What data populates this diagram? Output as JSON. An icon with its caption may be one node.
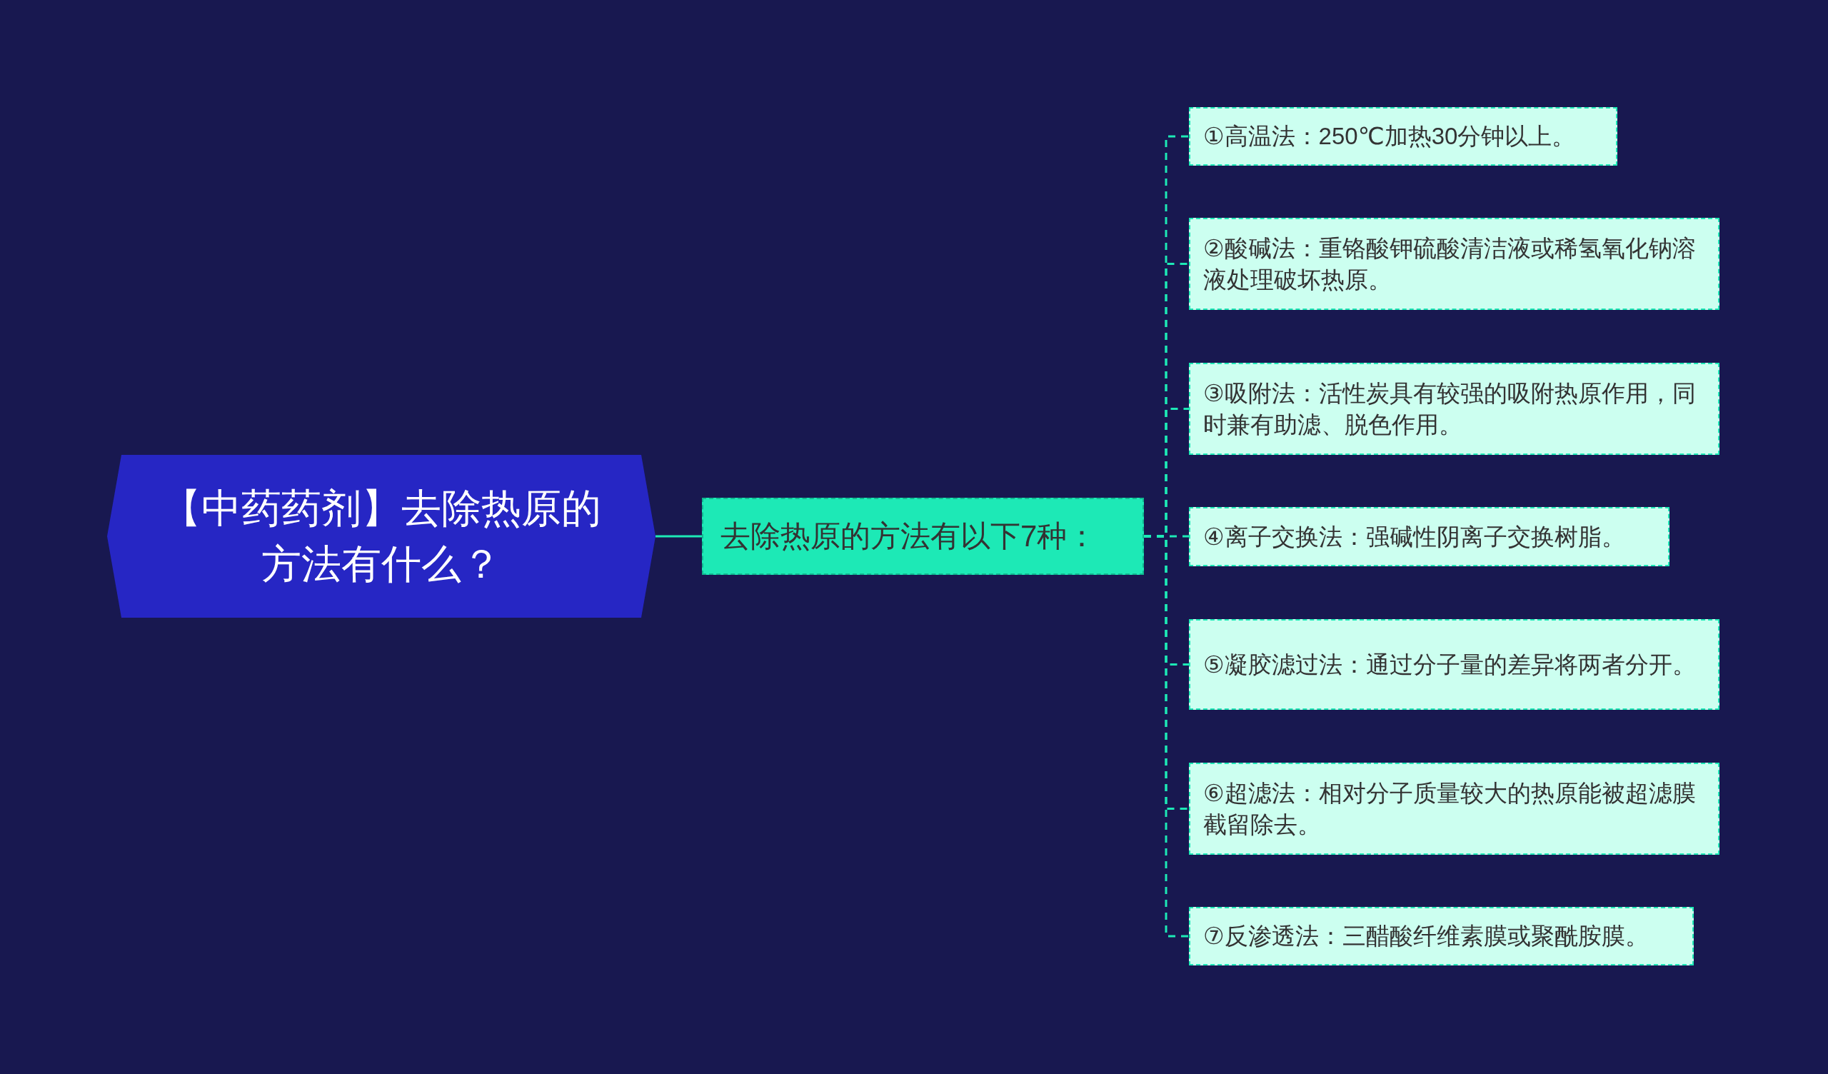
{
  "diagram": {
    "nodes": [
      {
        "text": [
          "【中药药剂】去除热原的方法有什么？"
        ]
      },
      {
        "text": [
          "去除热原的方法有以下7种："
        ]
      },
      {
        "text": [
          "①高温法：250℃加热30分钟以上。"
        ]
      },
      {
        "text": [
          "②酸碱法：重铬酸钾硫酸清洁液或稀氢氧化钠溶液处理破坏热原。"
        ]
      },
      {
        "text": [
          "③吸附法：活性炭具有较强的吸附热原作用，同时兼有助滤、脱色作用。"
        ]
      },
      {
        "text": [
          "④离子交换法：强碱性阴离子交换树脂。"
        ]
      },
      {
        "text": [
          "⑤凝胶滤过法：通过分子量的差异将两者分开。"
        ]
      },
      {
        "text": [
          "⑥超滤法：相对分子质量较大的热原能被超滤膜截留除去。"
        ]
      },
      {
        "text": [
          "⑦反渗透法：三醋酸纤维素膜或聚酰胺膜。"
        ]
      }
    ],
    "edges": [
      {
        "from": 0,
        "to": 1,
        "arrow": "none"
      },
      {
        "from": 1,
        "to": 2,
        "arrow": "none",
        "style": "dashed"
      },
      {
        "from": 1,
        "to": 3,
        "arrow": "none",
        "style": "dashed"
      },
      {
        "from": 1,
        "to": 4,
        "arrow": "none",
        "style": "dashed"
      },
      {
        "from": 1,
        "to": 5,
        "arrow": "none",
        "style": "dashed"
      },
      {
        "from": 1,
        "to": 6,
        "arrow": "none",
        "style": "dashed"
      },
      {
        "from": 1,
        "to": 7,
        "arrow": "none",
        "style": "dashed"
      },
      {
        "from": 1,
        "to": 8,
        "arrow": "none",
        "style": "dashed"
      }
    ]
  }
}
